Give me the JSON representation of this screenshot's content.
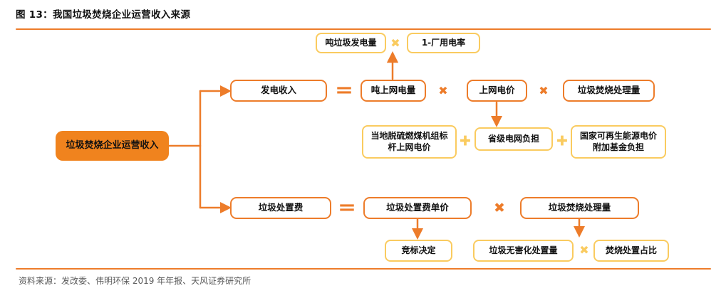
{
  "figure": {
    "title": "图 13：我国垃圾焚烧企业运营收入来源",
    "source": "资料来源：发改委、伟明环保 2019 年年报、天风证券研究所"
  },
  "colors": {
    "orange": "#ED7C2A",
    "orange_fill": "#F0831E",
    "gold": "#FACB5F",
    "text": "#1A1A1A",
    "source_text": "#595959"
  },
  "diagram": {
    "root_label": "垃圾焚烧企业运营收入",
    "power_branch": {
      "label": "发电收入",
      "ton_waste_power": "吨垃圾发电量",
      "one_minus_plant_rate": "1-厂用电率",
      "ton_grid_power": "吨上网电量",
      "grid_price": "上网电价",
      "incineration_volume": "垃圾焚烧处理量",
      "benchmark_price": "当地脱硫燃煤机组标杆上网电价",
      "provincial_grid_burden": "省级电网负担",
      "renewable_fund_burden": "国家可再生能源电价附加基金负担"
    },
    "disposal_branch": {
      "label": "垃圾处置费",
      "unit_price": "垃圾处置费单价",
      "incineration_volume": "垃圾焚烧处理量",
      "bidding_decision": "竞标决定",
      "harmless_volume": "垃圾无害化处置量",
      "incineration_share": "焚烧处置占比"
    },
    "operators": {
      "multiply": "✖",
      "plus": "✚",
      "equals": "="
    }
  }
}
